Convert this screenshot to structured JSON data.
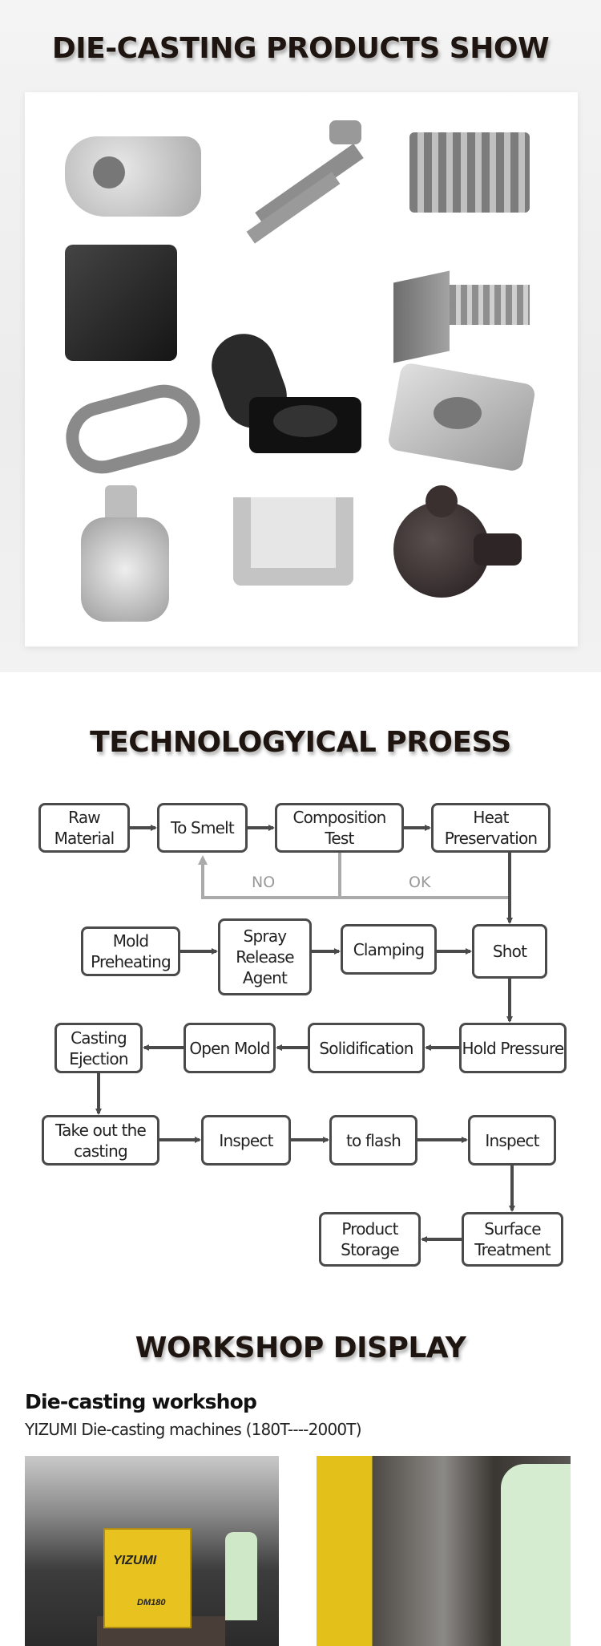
{
  "sections": {
    "products_title": "DIE-CASTING PRODUCTS SHOW",
    "process_title": "TECHNOLOGYICAL PROESS",
    "workshop_title": "WORKSHOP DISPLAY"
  },
  "products": [
    "engine-housing",
    "shift-lever",
    "heat-sink",
    "black-enclosure",
    "bracket",
    "fuel-cap-hinge",
    "oval-frame",
    "gearbox-housing",
    "water-pump",
    "u-bracket",
    "pump-cover"
  ],
  "flow": {
    "steps": {
      "raw": "Raw Material",
      "smelt": "To Smelt",
      "composition": "Composition Test",
      "heat": "Heat Preservation",
      "preheat": "Mold Preheating",
      "spray": "Spray Release Agent",
      "clamping": "Clamping",
      "shot": "Shot",
      "hold": "Hold Pressure",
      "solid": "Solidification",
      "open": "Open Mold",
      "eject": "Casting Ejection",
      "takeout": "Take out the casting",
      "inspect1": "Inspect",
      "flash": "to flash",
      "inspect2": "Inspect",
      "surface": "Surface Treatment",
      "storage": "Product Storage"
    },
    "no_label": "NO",
    "ok_label": "OK"
  },
  "workshop": {
    "heading": "Die-casting workshop",
    "subtitle": "YIZUMI Die-casting machines (180T----2000T)",
    "machine_brand": "YIZUMI",
    "machine_model": "DM180"
  }
}
